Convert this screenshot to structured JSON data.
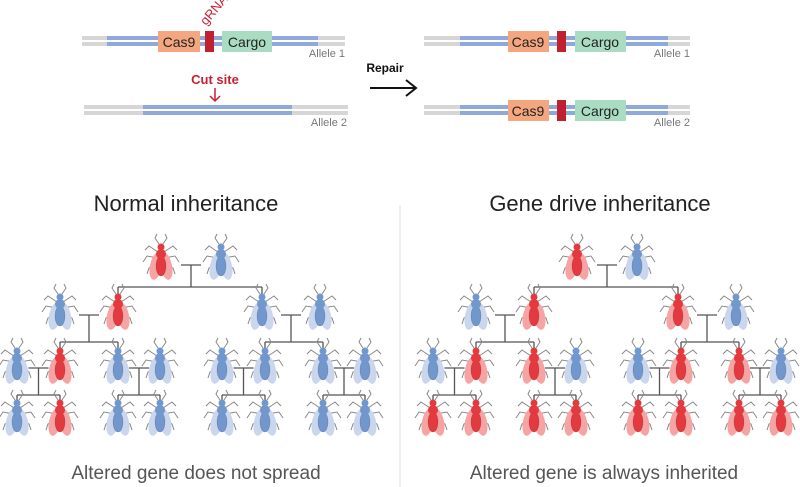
{
  "colors": {
    "red": "#e23a3f",
    "red_wing": "#f5a3a3",
    "blue": "#7297cc",
    "blue_wing": "#c9d6ee",
    "cas9": "#f4a67f",
    "grna": "#c1202e",
    "cargo": "#a9dcc2",
    "dna": "#d6d6d6",
    "dna_blue": "#8fa9dc"
  },
  "before": {
    "cas9": "Cas9",
    "grna": "gRNA",
    "cargo": "Cargo",
    "allele1": "Allele 1",
    "allele2": "Allele 2",
    "cut_site": "Cut site"
  },
  "repair": "Repair",
  "after": {
    "cas9_1": "Cas9",
    "cargo_1": "Cargo",
    "allele1": "Allele 1",
    "cas9_2": "Cas9",
    "cargo_2": "Cargo",
    "allele2": "Allele 2"
  },
  "normal": {
    "title": "Normal inheritance",
    "caption": "Altered gene does not spread",
    "generations": [
      [
        "red",
        "blue"
      ],
      [
        "blue",
        "red",
        "blue",
        "blue"
      ],
      [
        "blue",
        "red",
        "blue",
        "blue",
        "blue",
        "blue",
        "blue",
        "blue"
      ],
      [
        "blue",
        "red",
        "blue",
        "blue",
        "blue",
        "blue",
        "blue",
        "blue"
      ]
    ]
  },
  "drive": {
    "title": "Gene drive inheritance",
    "caption": "Altered gene is always inherited",
    "generations": [
      [
        "red",
        "blue"
      ],
      [
        "blue",
        "red",
        "red",
        "blue"
      ],
      [
        "blue",
        "red",
        "red",
        "blue",
        "blue",
        "red",
        "red",
        "blue"
      ],
      [
        "red",
        "red",
        "red",
        "red",
        "red",
        "red",
        "red",
        "red"
      ]
    ]
  }
}
